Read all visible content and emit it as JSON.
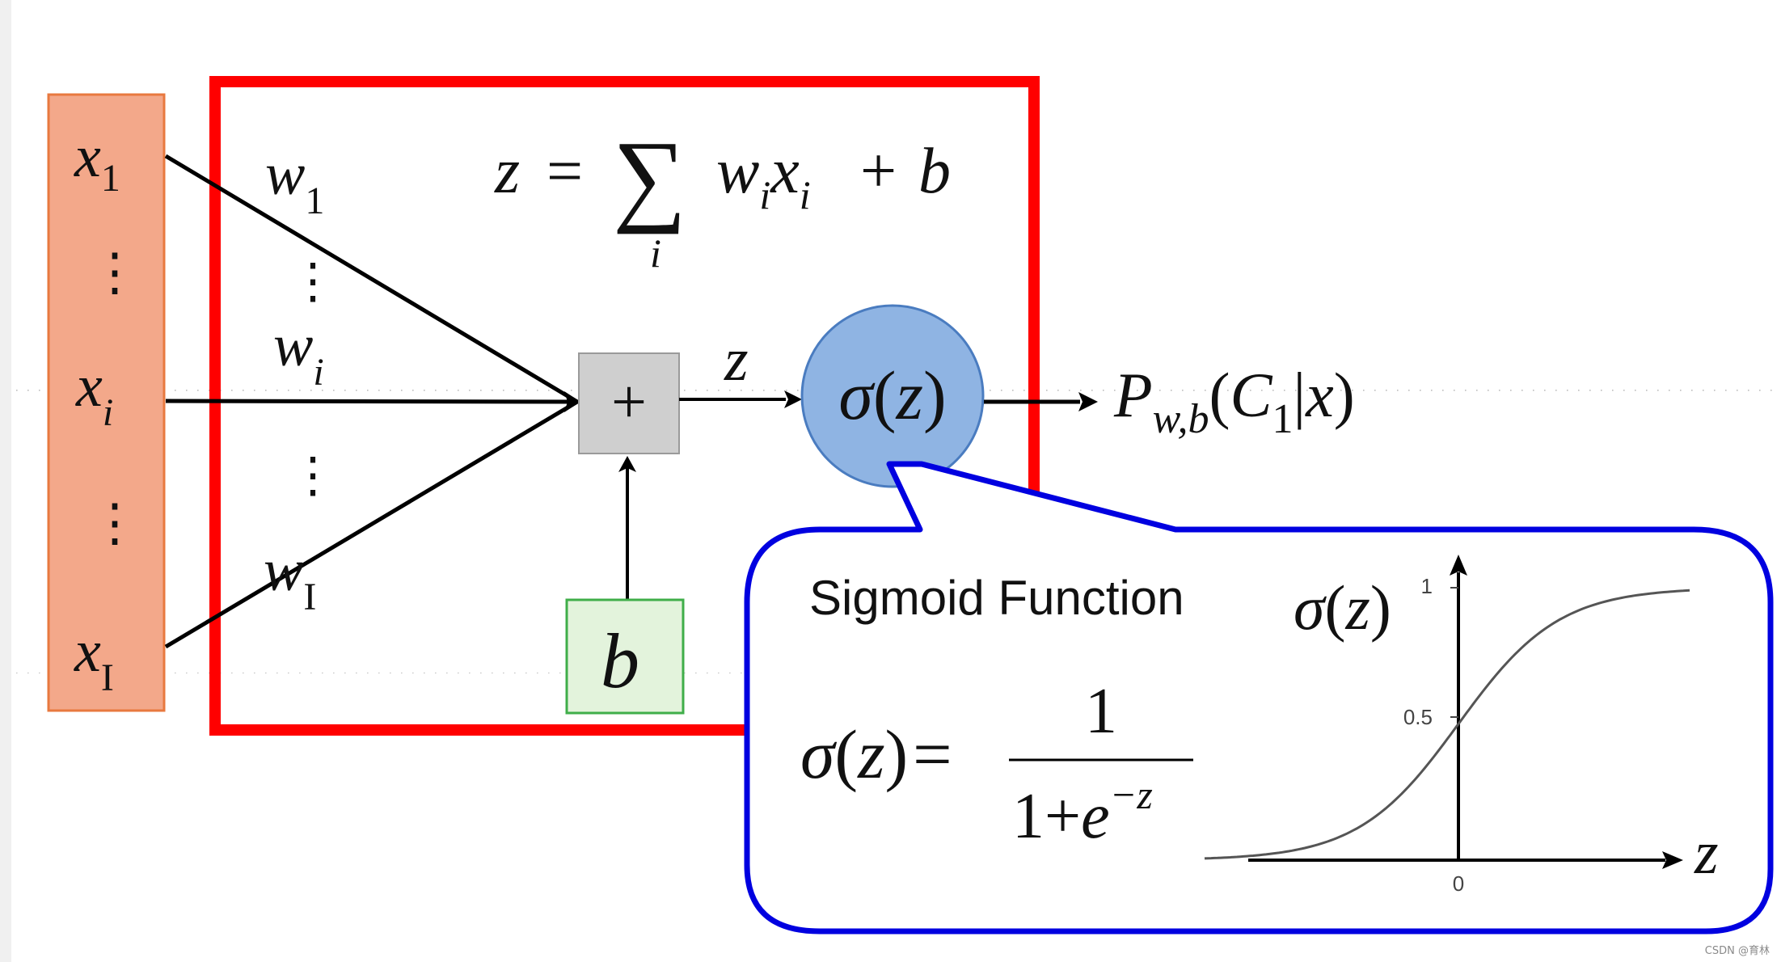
{
  "colors": {
    "input_fill": "#f3a88a",
    "input_stroke": "#e8793f",
    "frame": "#ff0000",
    "sum_fill": "#cfcfcf",
    "bias_fill": "#e3f3dc",
    "bias_stroke": "#3fae49",
    "sigma_fill": "#8fb4e3",
    "sigma_stroke": "#4a7cc0",
    "callout_stroke": "#0000e0",
    "curve": "#555555"
  },
  "inputs": {
    "x": "x",
    "sub_1": "1",
    "sub_i": "i",
    "sub_I": "I",
    "dots": "⋮"
  },
  "weights": {
    "w": "w",
    "sub_1": "1",
    "sub_i": "i",
    "sub_I": "I",
    "dots": "⋮"
  },
  "formula_z": {
    "lhs": "z",
    "equals": "=",
    "sum": "∑",
    "index": "i",
    "w": "w",
    "w_sub": "i",
    "x": "x",
    "x_sub": "i",
    "plus": "+",
    "b": "b"
  },
  "sum_node": {
    "symbol": "+"
  },
  "bias": {
    "label": "b"
  },
  "z_label": "z",
  "sigma_node": {
    "sigma": "σ",
    "open": "(",
    "arg": "z",
    "close": ")"
  },
  "output": {
    "P": "P",
    "sub": "w,b",
    "open": "(",
    "C": "C",
    "C_sub": "1",
    "bar": "|",
    "x": "x",
    "close": ")"
  },
  "callout": {
    "title": "Sigmoid Function",
    "formula": {
      "sigma": "σ",
      "open": "(",
      "arg": "z",
      "close": ")",
      "equals": "=",
      "numerator": "1",
      "den_one": "1",
      "den_plus": "+",
      "den_e": "e",
      "den_exp": "−z"
    },
    "plot": {
      "ylabel_sigma": "σ",
      "ylabel_open": "(",
      "ylabel_arg": "z",
      "ylabel_close": ")",
      "xlabel": "z",
      "tick_one": "1",
      "tick_half": "0.5",
      "tick_zero": "0"
    }
  },
  "watermark": "CSDN @育林"
}
